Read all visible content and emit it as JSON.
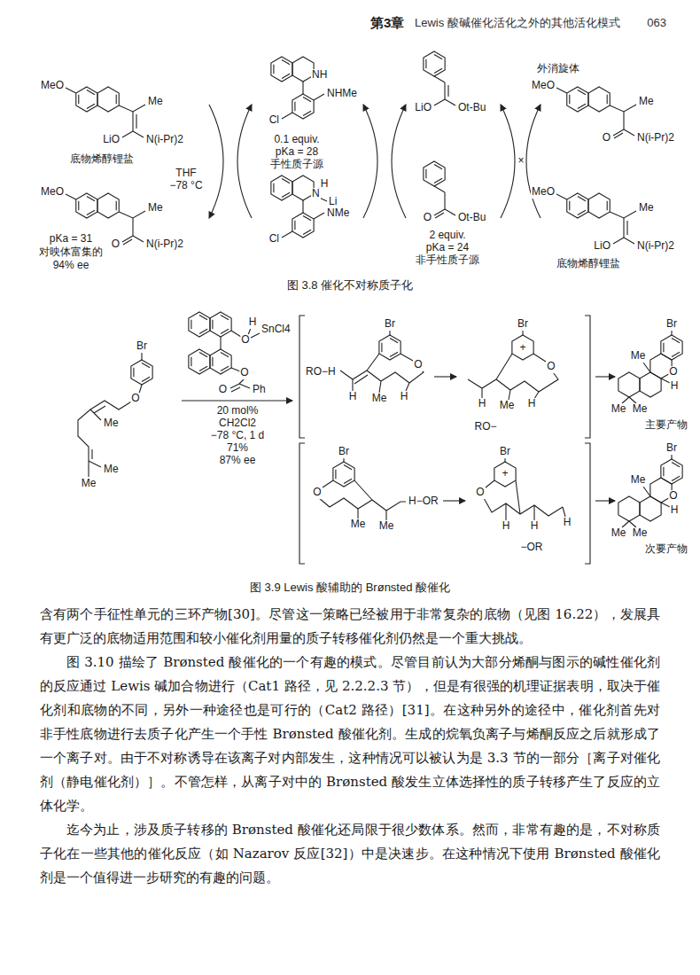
{
  "diagram": {
    "labels": [
      "第3章",
      "Lewis 酸碱催化活化之外的其他活化模式",
      "063",
      "外消旋体",
      "MeO",
      "Me",
      "LiO",
      "N(i-Pr)2",
      "底物烯醇锂盐",
      "THF",
      "−78 °C",
      "MeO",
      "Me",
      "O",
      "N(i-Pr)2",
      "pKa = 31",
      "对映体富集的",
      "94% ee",
      "NH",
      "NHMe",
      "Cl",
      "0.1 equiv.",
      "pKa = 28",
      "手性质子源",
      "N",
      "H",
      "Li",
      "NMe",
      "Cl",
      "LiO",
      "Ot-Bu",
      "O",
      "Ot-Bu",
      "2 equiv.",
      "pKa = 24",
      "非手性质子源",
      "×",
      "MeO",
      "Me",
      "O",
      "N(i-Pr)2",
      "MeO",
      "Me",
      "LiO",
      "N(i-Pr)2",
      "底物烯醇锂盐",
      "图 3.8  催化不对称质子化",
      "Br",
      "O",
      "Me",
      "Me",
      "Me",
      "O",
      "H",
      "SnCl4",
      "O",
      "O",
      "Ph",
      "20 mol%",
      "CH2Cl2",
      "−78 °C, 1 d",
      "71%",
      "87% ee",
      "Br",
      "RO−H",
      "H",
      "Me",
      "H",
      "O",
      "Br",
      "+",
      "O",
      "H",
      "Me",
      "H",
      "RO−",
      "Br",
      "Me",
      "O",
      "H",
      "Me",
      "Me",
      "主要产物",
      "Br",
      "O",
      "Me",
      "Me",
      "H−OR",
      "Br",
      "+",
      "O",
      "H",
      "H",
      "H",
      "−OR",
      "Br",
      "Me",
      "O",
      "H",
      "Me",
      "Me",
      "次要产物",
      "图 3.9  Lewis 酸辅助的 Brønsted 酸催化",
      "含有两个手征性单元的三环产物[30]。尽管这一策略已经被用于非常复杂的底物（见图 16.22），发展具有更广泛的底物适用范围和较小催化剂用量的质子转移催化剂仍然是一个重大挑战。",
      "图 3.10 描绘了 Brønsted 酸催化的一个有趣的模式。尽管目前认为大部分烯酮与图示的碱性催化剂的反应通过 Lewis 碱加合物进行（Cat1 路径，见 2.2.2.3 节），但是有很强的机理证据表明，取决于催化剂和底物的不同，另外一种途径也是可行的（Cat2 路径）[31]。在这种另外的途径中，催化剂首先对非手性底物进行去质子化产生一个手性 Brønsted 酸催化剂。生成的烷氧负离子与烯酮反应之后就形成了一个离子对。由于不对称诱导在该离子对内部发生，这种情况可以被认为是 3.3 节的一部分［离子对催化剂（静电催化剂）］。不管怎样，从离子对中的 Brønsted 酸发生立体选择性的质子转移产生了反应的立体化学。",
      "迄今为止，涉及质子转移的 Brønsted 酸催化还局限于很少数体系。然而，非常有趣的是，不对称质子化在一些其他的催化反应（如 Nazarov 反应[32]）中是决速步。在这种情况下使用 Brønsted 酸催化剂是一个值得进一步研究的有趣的问题。"
    ]
  }
}
